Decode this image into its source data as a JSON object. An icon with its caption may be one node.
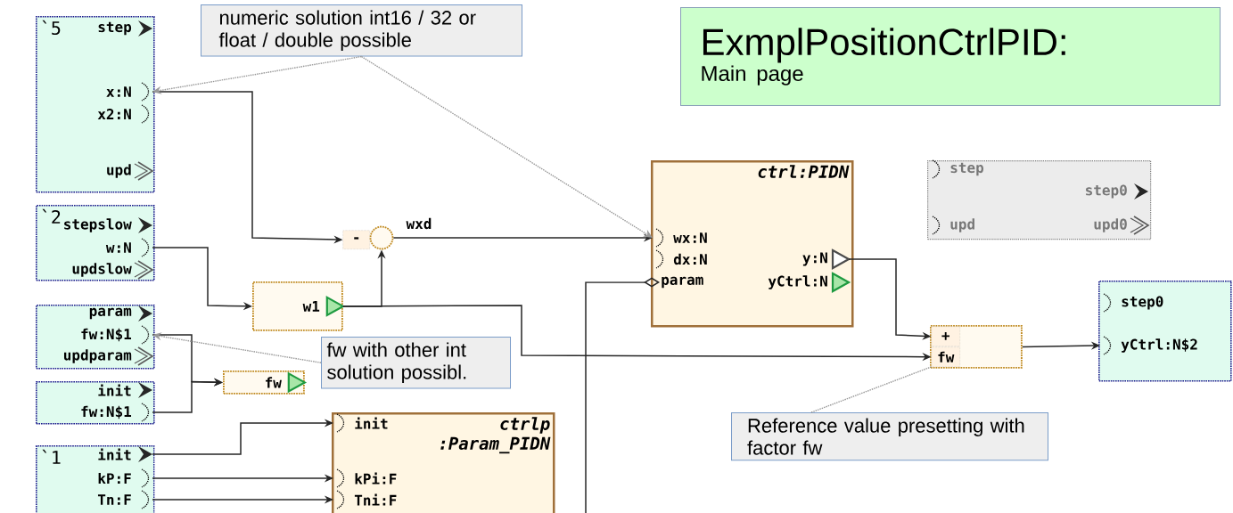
{
  "diagram": {
    "nodes": [
      {
        "text": [
          "ExmplPositionCtrlPID:",
          "Main page"
        ]
      },
      {
        "text": [
          "numeric solution int16 / 32 or float / double possible"
        ]
      },
      {
        "text": [
          "`5"
        ]
      },
      {
        "text": [
          "step"
        ],
        "in": 2
      },
      {
        "text": [
          "x:N"
        ],
        "in": 2
      },
      {
        "text": [
          "x2:N"
        ],
        "in": 2
      },
      {
        "text": [
          "upd"
        ],
        "in": 2
      },
      {
        "text": [
          "`2"
        ]
      },
      {
        "text": [
          "stepslow"
        ],
        "in": 7
      },
      {
        "text": [
          "w:N"
        ],
        "in": 7
      },
      {
        "text": [
          "updslow"
        ],
        "in": 7
      },
      {
        "text": [],
        "shape": "box"
      },
      {
        "text": [
          "param"
        ],
        "in": 11
      },
      {
        "text": [
          "fw:N$1"
        ],
        "in": 11
      },
      {
        "text": [
          "updparam"
        ],
        "in": 11
      },
      {
        "text": [],
        "shape": "box"
      },
      {
        "text": [
          "init"
        ],
        "in": 15
      },
      {
        "text": [
          "fw:N$1"
        ],
        "in": 15
      },
      {
        "text": [
          "`1"
        ]
      },
      {
        "text": [
          "init"
        ],
        "in": 18
      },
      {
        "text": [
          "kP:F"
        ],
        "in": 18
      },
      {
        "text": [
          "Tn:F"
        ],
        "in": 18
      },
      {
        "text": [
          "-"
        ]
      },
      {
        "text": [],
        "shape": "circle"
      },
      {
        "text": [
          "w1"
        ]
      },
      {
        "text": [
          "fw"
        ]
      },
      {
        "text": [
          "fw with other int solution possibl."
        ]
      },
      {
        "text": [
          "ctrl:PIDN"
        ]
      },
      {
        "text": [
          "wx:N"
        ],
        "in": 27
      },
      {
        "text": [
          "dx:N"
        ],
        "in": 27
      },
      {
        "text": [
          "param"
        ],
        "in": 27
      },
      {
        "text": [
          "y:N"
        ],
        "in": 27
      },
      {
        "text": [
          "yCtrl:N"
        ],
        "in": 27
      },
      {
        "text": [
          "ctrlp :Param_PIDN"
        ]
      },
      {
        "text": [
          "init"
        ],
        "in": 33
      },
      {
        "text": [
          "kPi:F"
        ],
        "in": 33
      },
      {
        "text": [
          "Tni:F"
        ],
        "in": 33
      },
      {
        "text": [],
        "shape": "box"
      },
      {
        "text": [
          "step"
        ],
        "in": 37
      },
      {
        "text": [
          "step0"
        ],
        "in": 37
      },
      {
        "text": [
          "upd"
        ],
        "in": 37
      },
      {
        "text": [
          "upd0"
        ],
        "in": 37
      },
      {
        "text": [],
        "shape": "box"
      },
      {
        "text": [
          "+"
        ],
        "in": 42
      },
      {
        "text": [
          "fw"
        ],
        "in": 42
      },
      {
        "text": [],
        "shape": "box"
      },
      {
        "text": [
          "step0"
        ],
        "in": 45
      },
      {
        "text": [
          "yCtrl:N$2"
        ],
        "in": 45
      },
      {
        "text": [
          "Reference value presetting with factor fw"
        ]
      }
    ],
    "edges": [
      {
        "from": 4,
        "to": 22,
        "arrow": "to"
      },
      {
        "from": 23,
        "to": 28,
        "arrow": "to",
        "label": "wxd"
      },
      {
        "from": 9,
        "to": 24,
        "arrow": "to"
      },
      {
        "from": 24,
        "to": 23,
        "arrow": "to"
      },
      {
        "from": 24,
        "to": 44,
        "arrow": "to"
      },
      {
        "from": 13,
        "to": 25,
        "arrow": "to"
      },
      {
        "from": 17,
        "to": 25,
        "arrow": "to"
      },
      {
        "from": 19,
        "to": 34,
        "arrow": "to"
      },
      {
        "from": 20,
        "to": 35,
        "arrow": "to"
      },
      {
        "from": 21,
        "to": 36,
        "arrow": "to"
      },
      {
        "from": null,
        "to": 30,
        "arrow": "other"
      },
      {
        "from": 31,
        "to": 43,
        "arrow": "to"
      },
      {
        "from": 42,
        "to": 47,
        "arrow": "to"
      },
      {
        "from": 1,
        "to": 4,
        "arrow": "to",
        "style": "dashed",
        "color": "#999999"
      },
      {
        "from": 1,
        "to": 28,
        "arrow": "to",
        "style": "dashed",
        "color": "#999999"
      },
      {
        "from": 26,
        "to": 13,
        "arrow": "to",
        "style": "dashed",
        "color": "#999999"
      },
      {
        "from": 48,
        "to": 44,
        "arrow": "none",
        "style": "dashed",
        "color": "#999999"
      }
    ]
  }
}
